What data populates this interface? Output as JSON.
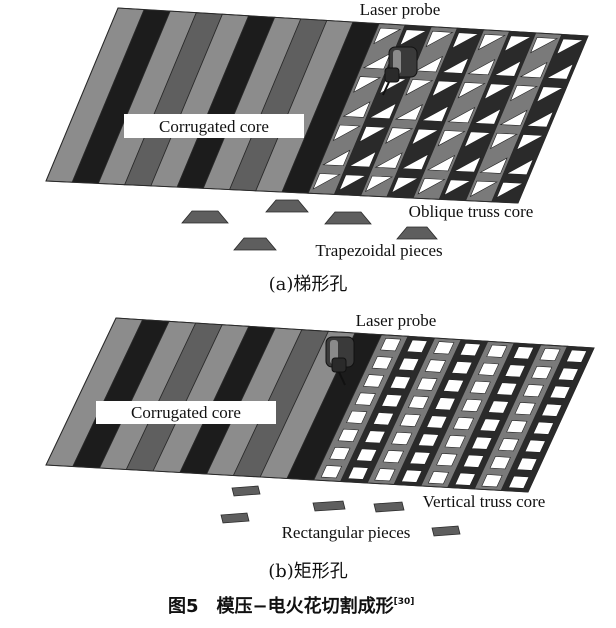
{
  "panel_a": {
    "laser_label": "Laser probe",
    "corrugated_label": "Corrugated core",
    "truss_label": "Oblique truss core",
    "pieces_label": "Trapezoidal pieces",
    "caption": "(a)梯形孔"
  },
  "panel_b": {
    "laser_label": "Laser probe",
    "corrugated_label": "Corrugated core",
    "truss_label": "Vertical truss core",
    "pieces_label": "Rectangular pieces",
    "caption": "(b)矩形孔"
  },
  "figure": {
    "title": "图5　模压−电火花切割成形",
    "ref": "[30]"
  },
  "colors": {
    "metal_light": "#8c8c8c",
    "metal_mid": "#5f5f5f",
    "metal_dark": "#1c1c1c",
    "outline": "#2a2a2a"
  }
}
